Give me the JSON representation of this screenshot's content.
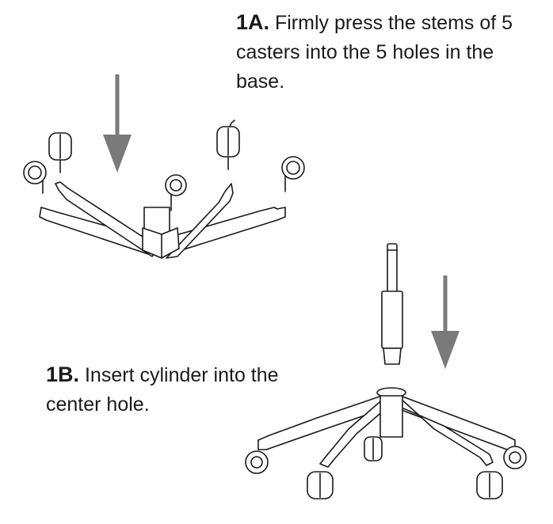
{
  "steps": [
    {
      "number": "1A.",
      "text": "Firmly press the stems of 5 casters into the 5 holes in the base."
    },
    {
      "number": "1B.",
      "text": "Insert cylinder into the center hole."
    }
  ],
  "colors": {
    "text": "#1a1a1a",
    "arrow": "#7a7a7a",
    "line": "#1a1a1a",
    "background": "#ffffff"
  },
  "icons": [
    "down-arrow-icon",
    "caster-icon",
    "gas-cylinder-icon",
    "chair-base-icon"
  ]
}
